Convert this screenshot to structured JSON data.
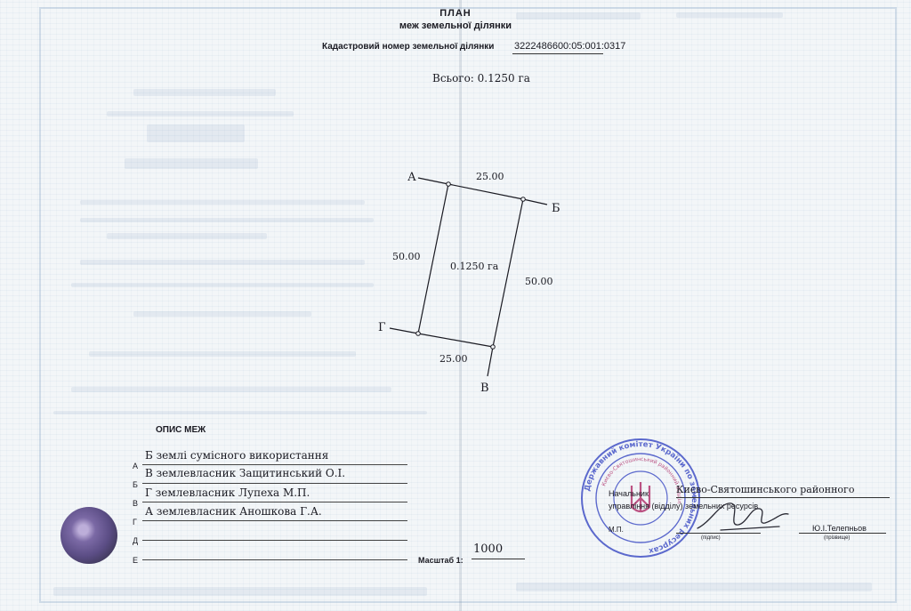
{
  "header": {
    "title": "ПЛАН",
    "subtitle": "меж земельної ділянки",
    "cadastral_label": "Кадастровий номер земельної ділянки",
    "cadastral_number": "3222486600:05:001:0317",
    "total": "Всього: 0.1250 га"
  },
  "plan": {
    "points": {
      "a": "А",
      "b": "Б",
      "v": "В",
      "g": "Г"
    },
    "lengths": {
      "ab": "25.00",
      "bv": "50.00",
      "vg": "25.00",
      "ga": "50.00"
    },
    "area": "0.1250 га"
  },
  "boundary_description": {
    "title": "ОПИС МЕЖ",
    "rows": [
      {
        "letter": "А",
        "text": "Б землі сумісного використання"
      },
      {
        "letter": "Б",
        "text": "В землевласник Защитинський О.І."
      },
      {
        "letter": "В",
        "text": "Г землевласник Лупеха М.П."
      },
      {
        "letter": "Г",
        "text": "А землевласник Аношкова Г.А."
      },
      {
        "letter": "Д",
        "text": ""
      },
      {
        "letter": "Е",
        "text": ""
      }
    ]
  },
  "scale": {
    "label": "Масштаб 1:",
    "value": "1000"
  },
  "signature_block": {
    "department": "Києво-Святошинського районного",
    "head_label": "Начальник",
    "dept_label": "управління (відділу) земельних ресурсів",
    "signature_caption": "(підпис)",
    "name": "Ю.І.Телепньов",
    "name_caption": "(прізвище)",
    "mp": "М.П."
  },
  "stamp": {
    "outer_text": "Державний комітет України по земельних ресурсах",
    "inner_text": "Києво-Святошинський районний відділ"
  },
  "colors": {
    "paper": "#f3f6f8",
    "ink": "#1a1a22",
    "stamp": "#3b4bc4",
    "security_print": "#8fa8c8",
    "hologram": "#4a3a78"
  }
}
